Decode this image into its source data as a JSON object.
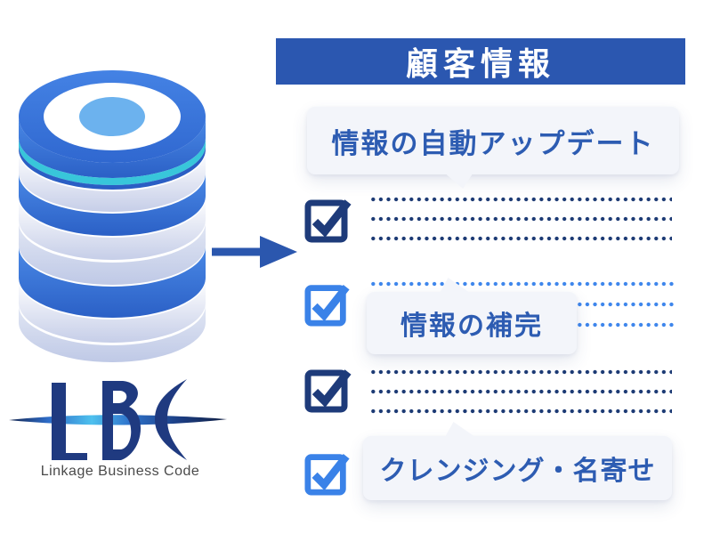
{
  "diagram": {
    "source": {
      "logo_acronym": "LBC",
      "logo_caption": "Linkage Business Code",
      "icon": "database-cylinder-icon"
    },
    "header": {
      "title": "顧客情報"
    },
    "callouts": [
      {
        "label": "情報の自動アップデート",
        "tail": "down"
      },
      {
        "label": "情報の補完",
        "tail": "up"
      },
      {
        "label": "クレンジング・名寄せ",
        "tail": "up"
      }
    ],
    "checklist_rows": [
      {
        "style": "navy",
        "checked": true,
        "has_dots": true
      },
      {
        "style": "bright",
        "checked": true,
        "has_dots": true
      },
      {
        "style": "navy",
        "checked": true,
        "has_dots": true
      },
      {
        "style": "bright",
        "checked": true,
        "has_dots": false
      }
    ],
    "colors": {
      "header_bg": "#2b57b0",
      "header_text": "#ffffff",
      "navy_check": "#1e3b7a",
      "bright_check": "#3a82e8",
      "navy_dots": "#1c3a74",
      "bright_dots": "#3e86ec",
      "arrow": "#2b57ae",
      "callout_bg": "#f3f5fa",
      "callout_text": "#2d5cb2",
      "cylinder_blue": "#3b76da",
      "cylinder_sky_center": "#6cb2ee",
      "cylinder_cyan_accent": "#38c6da",
      "cylinder_light_band": "#c6cee8",
      "logo_navy": "#1f3a80",
      "logo_caption_text": "#4a4a4a"
    }
  }
}
